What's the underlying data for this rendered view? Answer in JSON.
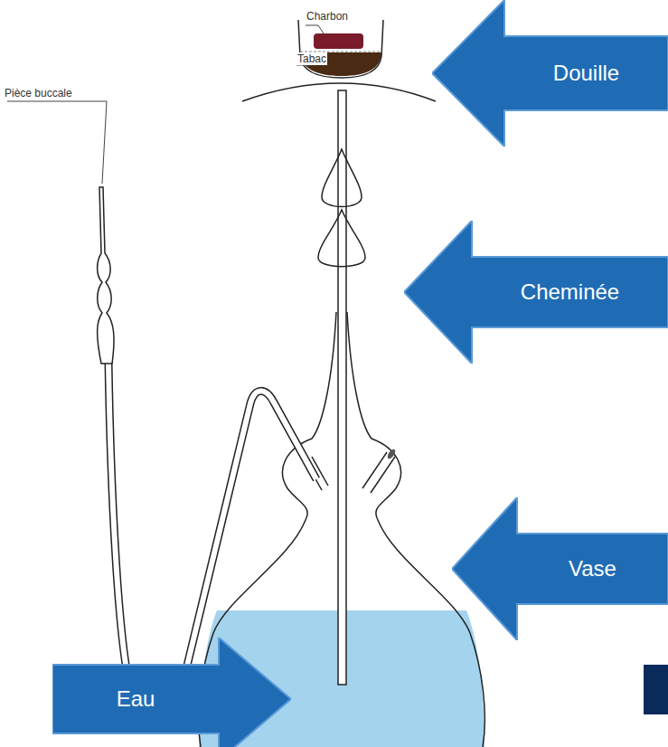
{
  "diagram": {
    "nodes": [
      {
        "text": [
          "Douille"
        ]
      },
      {
        "text": [
          "Cheminée"
        ]
      },
      {
        "text": [
          "Vase"
        ]
      },
      {
        "text": [
          "Eau"
        ]
      }
    ],
    "labels": [
      "Charbon",
      "Tabac",
      "Pièce buccale"
    ]
  }
}
